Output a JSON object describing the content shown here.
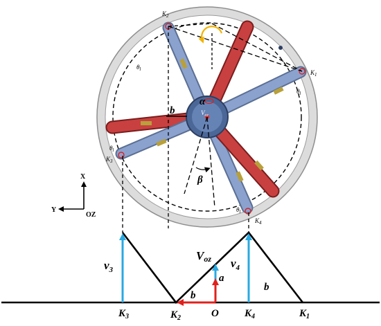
{
  "colors": {
    "rim": "#d9d9d9",
    "rim_edge": "#8e8e8e",
    "hub": "#5f7fae",
    "blue_leg": "#7f97c6",
    "red_leg": "#c43a3a",
    "cyan_arrow": "#29a9e1",
    "red_arrow": "#e0201c",
    "black": "#000000",
    "rotation_arrow": "#f2b200"
  },
  "icons": {
    "rotation": "curved-arrow-icon",
    "axes": "coordinate-axes-icon"
  },
  "wheel_labels": {
    "k1": "K",
    "k1_sub": "1",
    "k2": "K",
    "k2_sub": "2",
    "k3": "K",
    "k3_sub": "3",
    "k4": "K",
    "k4_sub": "4",
    "theta_left": "θ",
    "theta_left_sub": "l",
    "theta_right": "θ",
    "theta_right_sub": "l",
    "theta_k3": "θ",
    "theta_k3_sub": "l",
    "theta_k4": "θ",
    "theta_k4_sub": "l",
    "b_hub": "b",
    "alpha": "α",
    "beta": "β",
    "v_hub": "V",
    "v_hub_sub": "oz"
  },
  "axes": {
    "x": "X",
    "y": "Y",
    "oz": "OZ"
  },
  "ground_labels": {
    "v3": "v",
    "v3_sub": "3",
    "v4": "v",
    "v4_sub": "4",
    "voz": "V",
    "voz_sub": "oz",
    "a": "a",
    "b_left": "b",
    "b_right": "b",
    "k3": "K",
    "k3_sub": "3",
    "k2": "K",
    "k2_sub": "2",
    "o": "O",
    "k4": "K",
    "k4_sub": "4",
    "k1": "K",
    "k1_sub": "1"
  }
}
